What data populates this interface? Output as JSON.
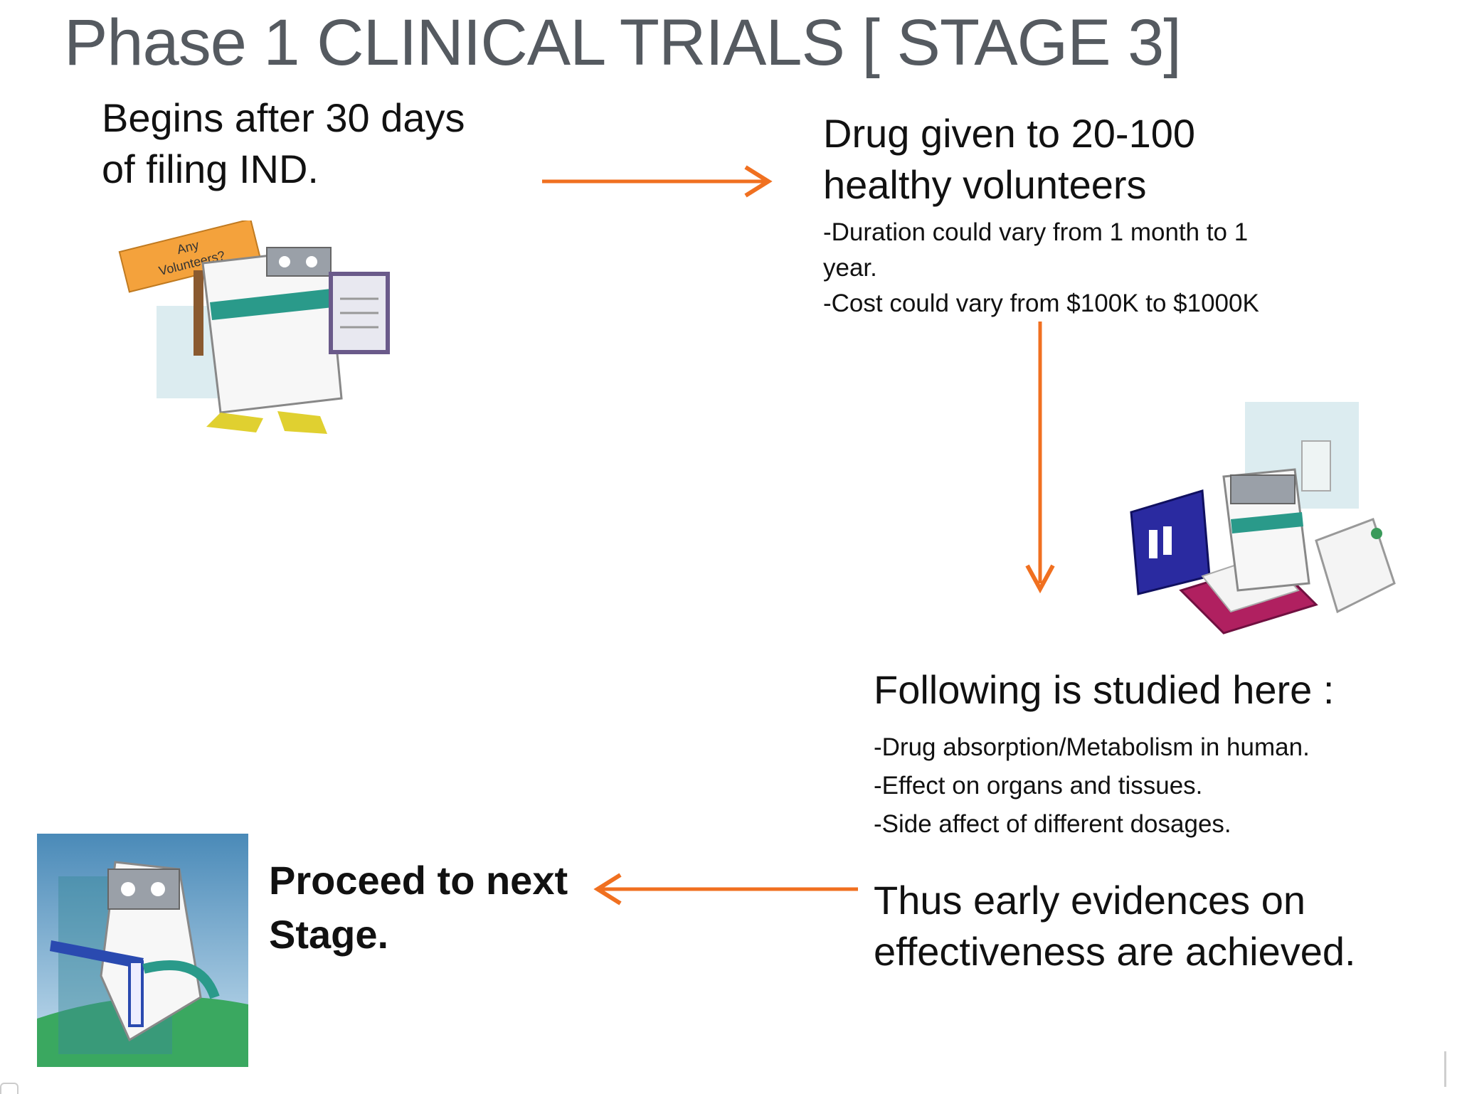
{
  "title": "Phase 1 CLINICAL TRIALS [ STAGE 3]",
  "accent_color": "#f07020",
  "step1": {
    "lines": [
      "Begins after 30 days",
      "of filing IND."
    ],
    "sign_text": [
      "Any",
      "Volunteers?"
    ]
  },
  "step2": {
    "heading": [
      "Drug given to 20-100",
      "healthy volunteers"
    ],
    "details": [
      "-Duration could vary from 1 month to 1",
      "year.",
      "-Cost could vary from $100K to $1000K"
    ]
  },
  "step3": {
    "heading": "Following is studied here :",
    "details": [
      "-Drug absorption/Metabolism in human.",
      "-Effect on organs and tissues.",
      "-Side affect of different dosages."
    ],
    "conclusion": [
      "Thus  early evidences on",
      "effectiveness are achieved."
    ]
  },
  "step4": {
    "lines": [
      "Proceed to next",
      "Stage."
    ]
  },
  "icons": [
    "volunteer-mascot-icon",
    "lab-equipment-icon",
    "test-tube-mascot-icon"
  ]
}
